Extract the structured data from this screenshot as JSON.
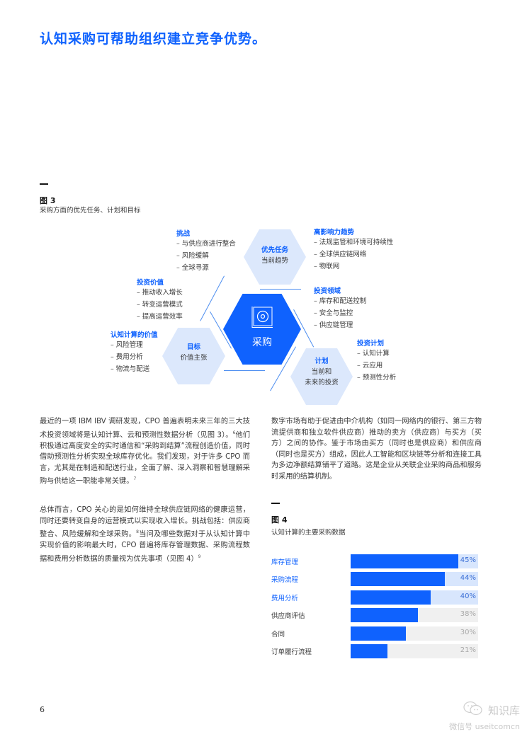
{
  "headline": "认知采购可帮助组织建立竞争优势。",
  "figure3": {
    "label": "图 3",
    "caption": "采购方面的优先任务、计划和目标",
    "center": {
      "label": "采购",
      "icon": "target-icon"
    },
    "hexes": {
      "priorities": {
        "title": "优先任务",
        "subtitle": "当前趋势"
      },
      "goals": {
        "title": "目标",
        "subtitle": "价值主张"
      },
      "plans": {
        "title": "计划",
        "subtitle_line1": "当前和",
        "subtitle_line2": "未来的投资"
      }
    },
    "groups": {
      "challenges": {
        "title": "挑战",
        "items": [
          "与供应商进行整合",
          "风险缓解",
          "全球寻源"
        ]
      },
      "high_impact_trends": {
        "title": "高影响力趋势",
        "items": [
          "法规监管和环境可持续性",
          "全球供应链网络",
          "物联网"
        ]
      },
      "investment_value": {
        "title": "投资价值",
        "items": [
          "推动收入增长",
          "转变运营模式",
          "提高运营效率"
        ]
      },
      "investment_areas": {
        "title": "投资领域",
        "items": [
          "库存和配送控制",
          "安全与监控",
          "供应链管理"
        ]
      },
      "cognitive_value": {
        "title": "认知计算的价值",
        "items": [
          "风险管理",
          "费用分析",
          "物流与配送"
        ]
      },
      "investment_plans": {
        "title": "投资计划",
        "items": [
          "认知计算",
          "云应用",
          "预测性分析"
        ]
      }
    }
  },
  "left_column": {
    "para1": "最近的一项 IBM IBV 调研发现，CPO 普遍表明未来三年的三大技术投资领域将是认知计算、云和预测性数据分析（见图 3）。",
    "para1_sup1": "6",
    "para1_b": "他们积极通过高度安全的实时通信和“采购到结算”流程创造价值，同时借助预测性分析实现全球库存优化。我们发现，对于许多 CPO 而言，尤其是在制造和配送行业，全面了解、深入洞察和智慧理解采购与供给这一职能非常关键。",
    "para1_sup2": "7",
    "para2": "总体而言，CPO 关心的是如何维持全球供应链网络的健康运营，同时还要转变自身的运营模式以实现收入增长。挑战包括：供应商整合、风险缓解和全球采购。",
    "para2_sup1": "8",
    "para2_b": "当问及哪些数据对于从认知计算中实现价值的影响最大时，CPO 普遍将库存管理数据、采购流程数据和费用分析数据的质量视为优先事项（见图 4）",
    "para2_sup2": "9"
  },
  "right_column": {
    "para": "数字市场有助于促进由中介机构（如同一网络内的银行、第三方物流提供商和独立软件供应商）推动的卖方（供应商）与买方（买方）之间的协作。鉴于市场由买方（同时也是供应商）和供应商（同时也是买方）组成，因此人工智能和区块链等分析和连接工具为多边净额结算铺平了道路。这是企业从关联企业采购商品和服务时采用的结算机制。"
  },
  "figure4": {
    "label": "图 4",
    "caption": "认知计算的主要采购数据",
    "rows": [
      {
        "label": "库存管理",
        "value": "45%"
      },
      {
        "label": "采购流程",
        "value": "44%"
      },
      {
        "label": "费用分析",
        "value": "40%"
      },
      {
        "label": "供应商评估",
        "value": "38%"
      },
      {
        "label": "合同",
        "value": "30%"
      },
      {
        "label": "订单履行流程",
        "value": "21%"
      }
    ]
  },
  "chart_data": {
    "type": "bar",
    "orientation": "horizontal",
    "title": "图 4 认知计算的主要采购数据",
    "categories": [
      "库存管理",
      "采购流程",
      "费用分析",
      "供应商评估",
      "合同",
      "订单履行流程"
    ],
    "values": [
      45,
      44,
      40,
      38,
      30,
      21
    ],
    "unit": "%",
    "highlighted": [
      "库存管理",
      "采购流程",
      "费用分析"
    ],
    "colors": {
      "bar": "#0f62fe",
      "track_highlight": "#d8e6fd",
      "track_normal": "#f0f0f0",
      "label_highlight": "#0f62fe",
      "label_normal": "#393939"
    },
    "xlim": [
      0,
      53
    ],
    "grid": false,
    "legend": null
  },
  "footer": {
    "page_number": "6",
    "watermark_name": "知识库",
    "watermark_id": "微信号 useitcomcn"
  },
  "colors": {
    "accent": "#0f62fe",
    "hex_light": "#dce8fc",
    "text": "#393939"
  }
}
